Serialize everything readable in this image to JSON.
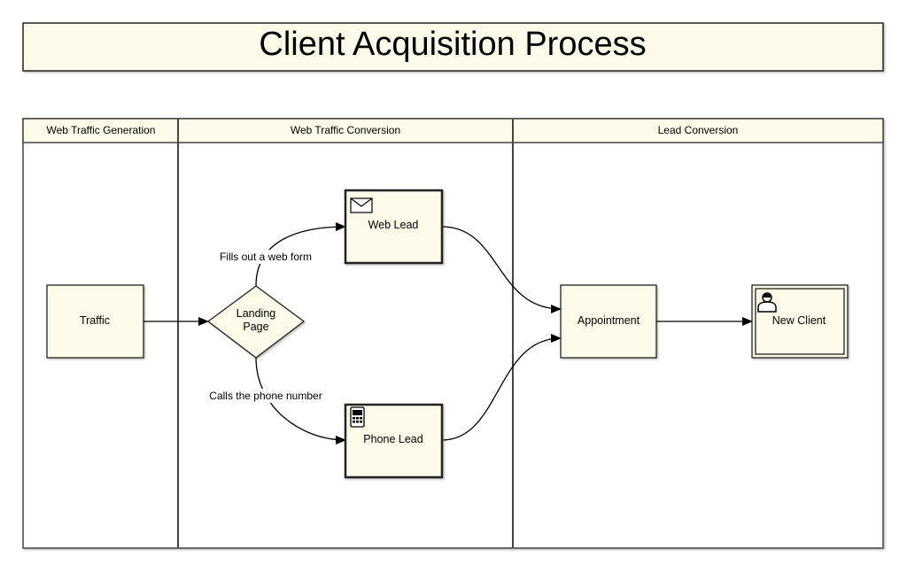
{
  "title": "Client Acquisition Process",
  "lanes": [
    {
      "label": "Web Traffic Generation"
    },
    {
      "label": "Web Traffic Conversion"
    },
    {
      "label": "Lead Conversion"
    }
  ],
  "nodes": {
    "traffic": {
      "label": "Traffic",
      "shape": "task"
    },
    "landing_page": {
      "label_line1": "Landing",
      "label_line2": "Page",
      "shape": "gateway"
    },
    "web_lead": {
      "label": "Web Lead",
      "shape": "task",
      "icon": "envelope-icon"
    },
    "phone_lead": {
      "label": "Phone Lead",
      "shape": "task",
      "icon": "mobile-phone-icon"
    },
    "appointment": {
      "label": "Appointment",
      "shape": "task"
    },
    "new_client": {
      "label": "New Client",
      "shape": "end-task",
      "icon": "user-icon"
    }
  },
  "edges": [
    {
      "from": "traffic",
      "to": "landing_page",
      "label": ""
    },
    {
      "from": "landing_page",
      "to": "web_lead",
      "label": "Fills out a web form"
    },
    {
      "from": "landing_page",
      "to": "phone_lead",
      "label": "Calls the phone number"
    },
    {
      "from": "web_lead",
      "to": "appointment",
      "label": ""
    },
    {
      "from": "phone_lead",
      "to": "appointment",
      "label": ""
    },
    {
      "from": "appointment",
      "to": "new_client",
      "label": ""
    }
  ],
  "colors": {
    "fill": "#fdfaea",
    "stroke": "#222222",
    "background": "#ffffff"
  }
}
